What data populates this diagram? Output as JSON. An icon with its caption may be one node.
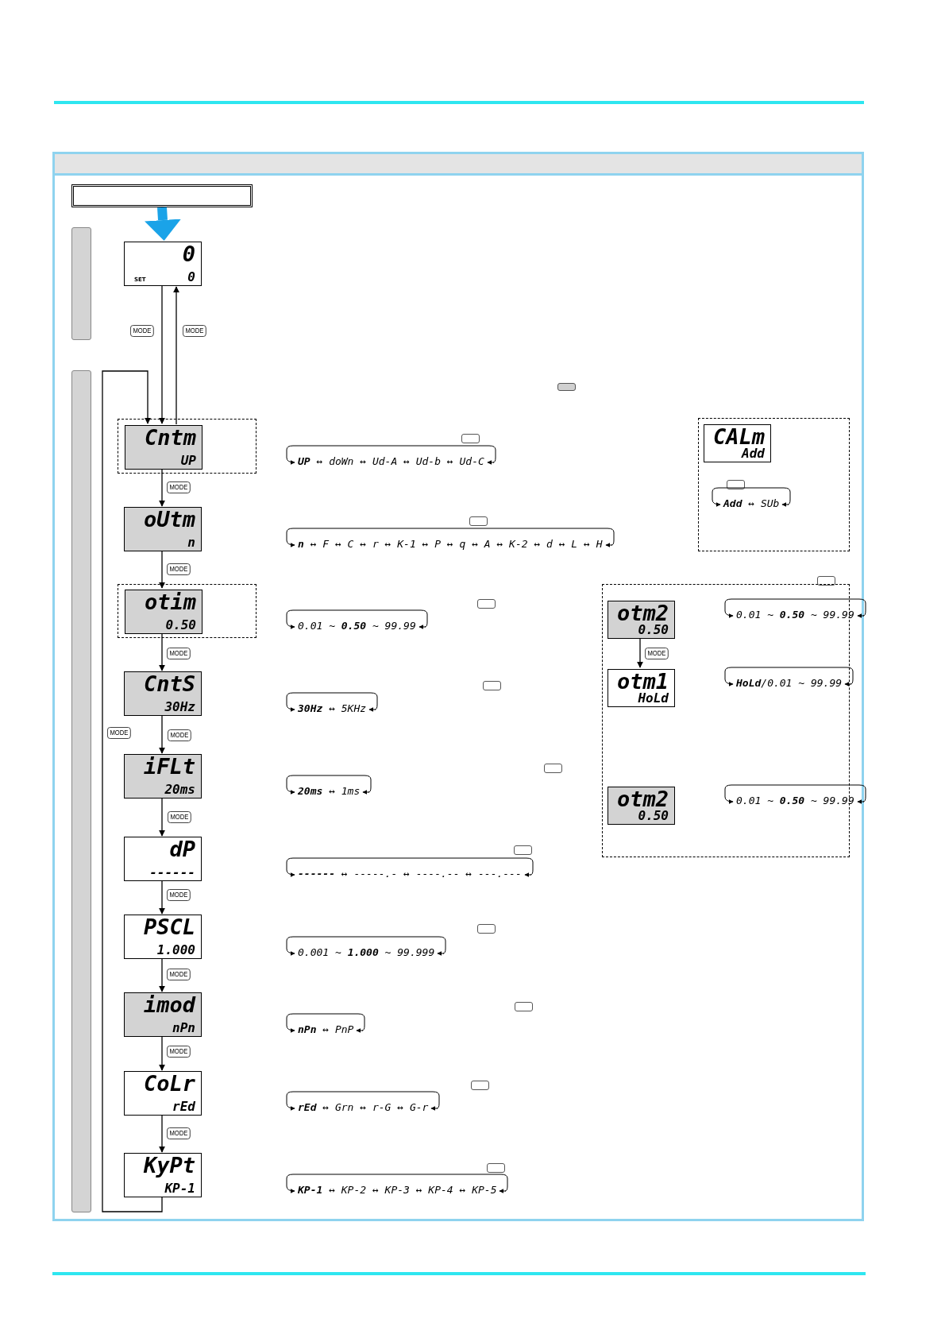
{
  "diagram": {
    "nodes": [
      {
        "text": [],
        "shape": "box"
      },
      {
        "text": [
          "0",
          "SET",
          "0"
        ]
      },
      {
        "text": [],
        "shape": "box"
      },
      {
        "text": [
          "Cntm",
          "UP"
        ],
        "in": 2
      },
      {
        "text": [
          "oUtm",
          "n"
        ]
      },
      {
        "text": [],
        "shape": "box"
      },
      {
        "text": [
          "otim",
          "0.50"
        ],
        "in": 5
      },
      {
        "text": [
          "CntS",
          "30Hz"
        ]
      },
      {
        "text": [
          "iFLt",
          "20ms"
        ]
      },
      {
        "text": [
          "dP",
          "------"
        ]
      },
      {
        "text": [
          "PSCL",
          "1.000"
        ]
      },
      {
        "text": [
          "imod",
          "nPn"
        ]
      },
      {
        "text": [
          "CoLr",
          "rEd"
        ]
      },
      {
        "text": [
          "KyPt",
          "KP-1"
        ]
      },
      {
        "text": [],
        "shape": "box"
      },
      {
        "text": [
          "CALm",
          "Add"
        ],
        "in": 14
      },
      {
        "text": [],
        "shape": "box"
      },
      {
        "text": [
          "otm2",
          "0.50"
        ],
        "in": 16
      },
      {
        "text": [
          "otm1",
          "HoLd"
        ],
        "in": 16
      },
      {
        "text": [
          "otm2",
          "0.50"
        ],
        "in": 16
      },
      {
        "text": [],
        "shape": "bar"
      },
      {
        "text": [],
        "shape": "bar"
      }
    ],
    "edges": [
      {
        "from": 0,
        "to": 1,
        "arrow": "to",
        "style": "thick",
        "color": "#1aa3e8"
      },
      {
        "from": 1,
        "to": 3,
        "arrow": "to",
        "label": "MODE"
      },
      {
        "from": 3,
        "to": 1,
        "arrow": "to",
        "label": "MODE"
      },
      {
        "from": 3,
        "to": 4,
        "arrow": "to",
        "label": "MODE"
      },
      {
        "from": 4,
        "to": 6,
        "arrow": "to",
        "label": "MODE"
      },
      {
        "from": 6,
        "to": 7,
        "arrow": "to",
        "label": "MODE"
      },
      {
        "from": 7,
        "to": 8,
        "arrow": "to",
        "label": "MODE"
      },
      {
        "from": 8,
        "to": 9,
        "arrow": "to",
        "label": "MODE"
      },
      {
        "from": 9,
        "to": 10,
        "arrow": "to",
        "label": "MODE"
      },
      {
        "from": 10,
        "to": 11,
        "arrow": "to",
        "label": "MODE"
      },
      {
        "from": 11,
        "to": 12,
        "arrow": "to",
        "label": "MODE"
      },
      {
        "from": 12,
        "to": 13,
        "arrow": "to",
        "label": "MODE"
      },
      {
        "from": 13,
        "to": 3,
        "arrow": "to",
        "label": "MODE"
      },
      {
        "from": 17,
        "to": 18,
        "arrow": "to",
        "label": "MODE"
      }
    ],
    "labels": [
      "**UP** ↔ doWn ↔ Ud-A ↔ Ud-b ↔ Ud-C",
      "**Add** ↔ SUb",
      "**n** ↔ F ↔ C ↔ r ↔ K-1 ↔ P ↔ q ↔ A ↔ K-2 ↔ d ↔ L ↔ H",
      "0.01 ~ **0.50** ~ 99.99",
      "0.01 ~ **0.50** ~ 99.99",
      "**HoLd**/0.01 ~ 99.99",
      "**30Hz** ↔ 5KHz",
      "0.01 ~ **0.50** ~ 99.99",
      "**20ms** ↔ 1ms",
      "**------** ↔ -----.- ↔ ----.-- ↔ ---.---",
      "0.001 ~ **1.000** ~ 99.999",
      "**nPn** ↔ PnP",
      "**rEd** ↔ Grn ↔ r-G ↔ G-r",
      "**KP-1** ↔ KP-2 ↔ KP-3 ↔ KP-4 ↔ KP-5"
    ]
  }
}
